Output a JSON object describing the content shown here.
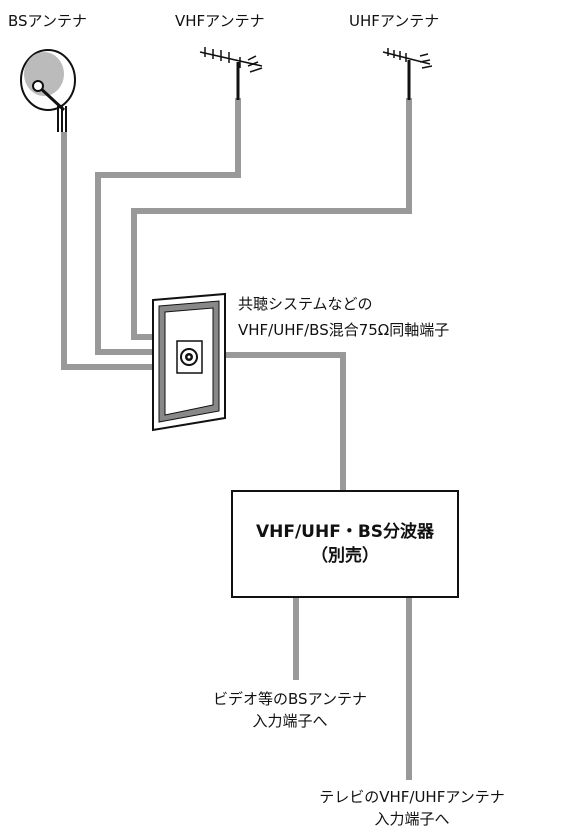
{
  "antennas": {
    "bs": "BSアンテナ",
    "vhf": "VHFアンテナ",
    "uhf": "UHFアンテナ"
  },
  "wall_terminal": {
    "line1": "共聴システムなどの",
    "line2": "VHF/UHF/BS混合75Ω同軸端子"
  },
  "splitter": {
    "line1": "VHF/UHF・BS分波器",
    "line2": "（別売）"
  },
  "outputs": {
    "video_line1": "ビデオ等のBSアンテナ",
    "video_line2": "入力端子へ",
    "tv_line1": "テレビのVHF/UHFアンテナ",
    "tv_line2": "入力端子へ"
  },
  "colors": {
    "cable": "#999999",
    "line": "#111111"
  }
}
